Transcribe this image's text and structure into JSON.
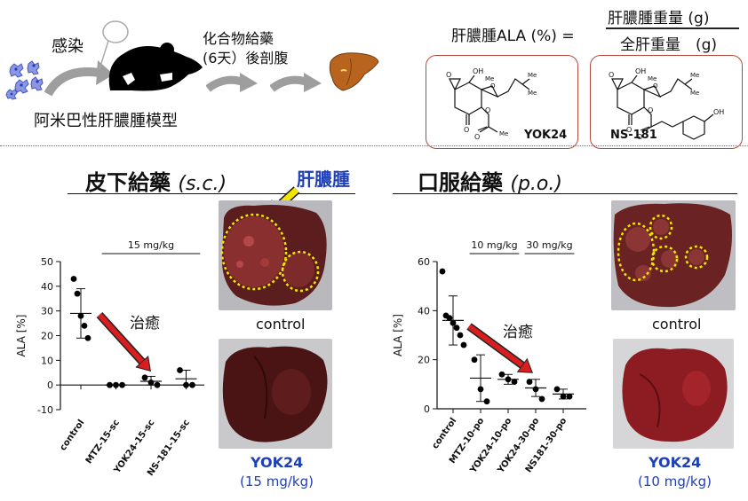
{
  "model": {
    "infection_label": "感染",
    "compound_label_line1": "化合物給藥",
    "compound_label_line2": "(6天）後剖腹",
    "model_title": "阿米巴性肝膿腫模型"
  },
  "formula": {
    "lhs": "肝膿腫ALA (%) =",
    "numerator": "肝膿腫重量 (g)",
    "denominator": "全肝重量　(g)"
  },
  "compounds": [
    {
      "name": "YOK24"
    },
    {
      "name": "NS-181"
    }
  ],
  "sections": {
    "sc_title": "皮下給藥",
    "sc_route": "(s.c.)",
    "po_title": "口服給藥",
    "po_route": "(p.o.)"
  },
  "annotations": {
    "abscess_label": "肝膿腫",
    "cure_label_sc": "治癒",
    "cure_label_po": "治癒"
  },
  "photos": {
    "sc_control_caption": "control",
    "sc_treated_name": "YOK24",
    "sc_treated_dose": "(15 mg/kg)",
    "po_control_caption": "control",
    "po_treated_name": "YOK24",
    "po_treated_dose": "(10 mg/kg)"
  },
  "colors": {
    "arrow_red": "#d81e1e",
    "abscess_outline": "#f2e600",
    "compound_blue": "#1f3fb6",
    "box_border": "#b04a3f",
    "liver_brown": "#b8641f"
  },
  "chart_data": [
    {
      "type": "scatter",
      "title": "",
      "xlabel": "",
      "ylabel": "ALA [%]",
      "ylim": [
        -10,
        50
      ],
      "yticks": [
        -10,
        0,
        10,
        20,
        30,
        40,
        50
      ],
      "categories": [
        "control",
        "MTZ-15-sc",
        "YOK24-15-sc",
        "NS-181-15-sc"
      ],
      "dose_brackets": [
        {
          "label": "15 mg/kg",
          "from": 1,
          "to": 3
        }
      ],
      "points": [
        [
          43,
          37,
          28,
          24,
          19
        ],
        [
          0,
          0,
          0
        ],
        [
          3,
          1,
          0
        ],
        [
          6,
          0,
          0
        ]
      ],
      "mean": [
        29,
        0,
        1.5,
        2.5
      ],
      "sd_low": [
        19,
        0,
        0,
        0
      ],
      "sd_high": [
        39,
        0,
        3.5,
        6
      ]
    },
    {
      "type": "scatter",
      "title": "",
      "xlabel": "",
      "ylabel": "ALA [%]",
      "ylim": [
        0,
        60
      ],
      "yticks": [
        0,
        20,
        40,
        60
      ],
      "categories": [
        "control",
        "MTZ-10-po",
        "YOK24-10-po",
        "YOK24-30-po",
        "NS181-30-po"
      ],
      "dose_brackets": [
        {
          "label": "10 mg/kg",
          "from": 1,
          "to": 2
        },
        {
          "label": "30 mg/kg",
          "from": 3,
          "to": 4
        }
      ],
      "points": [
        [
          56,
          38,
          37,
          35,
          33,
          30,
          26
        ],
        [
          20,
          8,
          3
        ],
        [
          14,
          12,
          11
        ],
        [
          11,
          8,
          4
        ],
        [
          8,
          5,
          5
        ]
      ],
      "mean": [
        36,
        12.5,
        12,
        8.5,
        6
      ],
      "sd_low": [
        26,
        3,
        10,
        5,
        4
      ],
      "sd_high": [
        46,
        22,
        14,
        12,
        8
      ]
    }
  ]
}
